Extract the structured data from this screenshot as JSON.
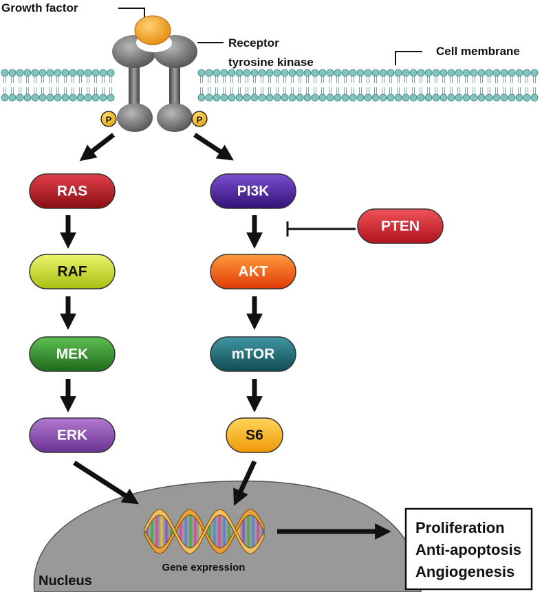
{
  "labels": {
    "growth_factor": "Growth factor",
    "receptor_line1": "Receptor",
    "receptor_line2": "tyrosine kinase",
    "cell_membrane": "Cell membrane",
    "phospho": "P",
    "nucleus": "Nucleus",
    "gene_expression": "Gene expression"
  },
  "nodes": {
    "ras": "RAS",
    "raf": "RAF",
    "mek": "MEK",
    "erk": "ERK",
    "pi3k": "PI3K",
    "akt": "AKT",
    "mtor": "mTOR",
    "s6": "S6",
    "pten": "PTEN"
  },
  "outcomes": [
    "Proliferation",
    "Anti-apoptosis",
    "Angiogenesis"
  ],
  "colors": {
    "ras": "#b0151b",
    "raf": "#c4dc1e",
    "mek": "#2f8a2a",
    "erk": "#8a4db0",
    "pi3k": "#4a1f9a",
    "akt": "#f0560e",
    "mtor": "#1e6670",
    "s6": "#f4b216",
    "pten": "#d21f2a",
    "membrane": "#7fc6c0",
    "nucleus": "#9a9a9a",
    "receptor": "#6d6d6d",
    "growth_factor": "#f0a020"
  }
}
